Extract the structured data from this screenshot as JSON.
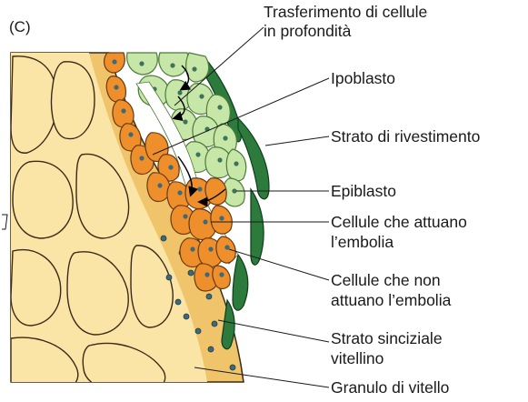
{
  "panel_label": "(C)",
  "labels": {
    "transfer_line1": "Trasferimento di cellule",
    "transfer_line2": "in profondità",
    "hypoblast": "Ipoblasto",
    "enveloping_layer": "Strato di rivestimento",
    "epiblast": "Epiblasto",
    "involuting_line1": "Cellule che attuano",
    "involuting_line2": "l’embolia",
    "noninvoluting_line1": "Cellule che non",
    "noninvoluting_line2": "attuano l’embolia",
    "ysl_line1": "Strato sinciziale",
    "ysl_line2": "vitellino",
    "yolk_granule": "Granulo di vitello"
  },
  "colors": {
    "yolk": "#fbe5a6",
    "syncytial": "#efc46b",
    "orange_cells": "#ee8f2c",
    "light_green": "#c6e7a8",
    "dark_green": "#2c7a3c",
    "outline": "#3a2a18"
  },
  "icons": [
    "arrow-icon"
  ]
}
